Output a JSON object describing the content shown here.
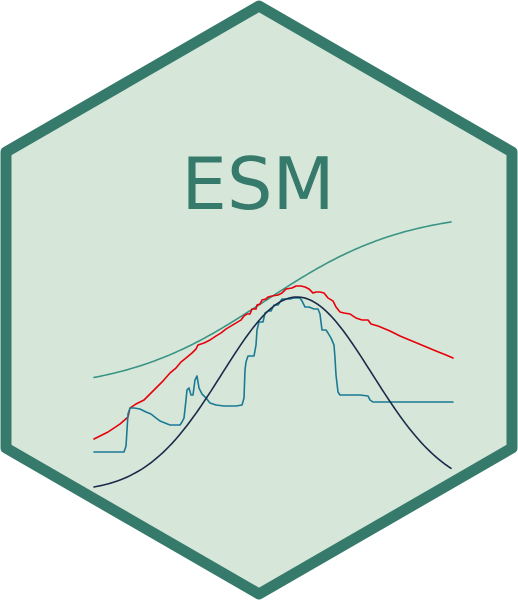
{
  "logo": {
    "title": "ESM",
    "colors": {
      "hex_fill": "#d6e7da",
      "hex_border": "#357a6b",
      "title": "#357a6b",
      "sigmoid_line": "#3a9483",
      "red_line": "#e8000b",
      "teal_step_line": "#1a7a93",
      "bell_line": "#1b2a4a"
    },
    "curves": [
      {
        "name": "sigmoid-curve",
        "color_key": "sigmoid_line"
      },
      {
        "name": "red-stepped-curve",
        "color_key": "red_line"
      },
      {
        "name": "teal-stepped-curve",
        "color_key": "teal_step_line"
      },
      {
        "name": "bell-curve",
        "color_key": "bell_line"
      }
    ]
  }
}
